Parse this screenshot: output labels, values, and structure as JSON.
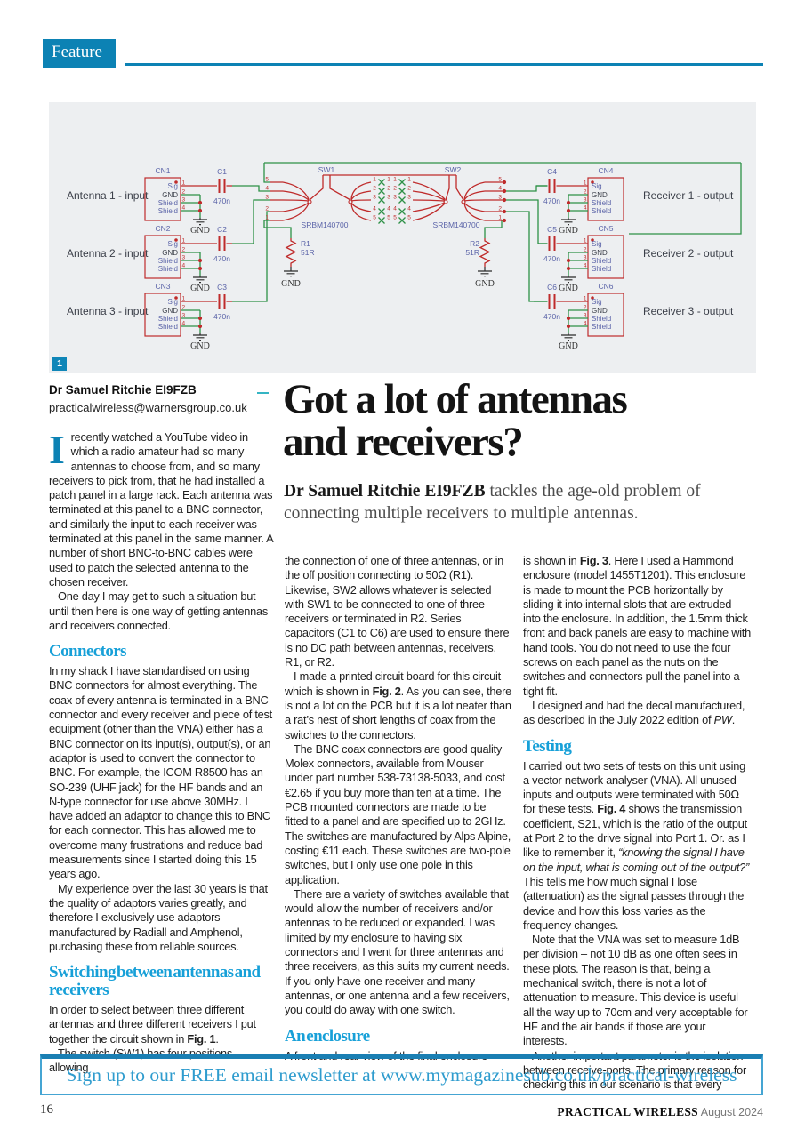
{
  "theme": {
    "feature_blue": "#0c82b4",
    "heading_blue": "#17a0d8",
    "newsletter_blue": "#2f9cce",
    "wire_red": "#bf2b2b",
    "wire_green": "#2e9147",
    "schematic_label_blue": "#5a63a8"
  },
  "masthead": {
    "feature_tab": "Feature"
  },
  "figure1": {
    "badge": "1",
    "inputs": [
      "Antenna 1 - input",
      "Antenna 2 - input",
      "Antenna 3 - input"
    ],
    "outputs": [
      "Receiver 1 - output",
      "Receiver 2 - output",
      "Receiver 3 - output"
    ],
    "connectors_left": [
      "CN1",
      "CN2",
      "CN3"
    ],
    "connectors_right": [
      "CN4",
      "CN5",
      "CN6"
    ],
    "pin_labels": [
      "Sig",
      "GND",
      "Shield",
      "Shield"
    ],
    "pin_numbers": [
      "1",
      "2",
      "3",
      "4"
    ],
    "caps_left": [
      "C1",
      "C2",
      "C3"
    ],
    "caps_right": [
      "C4",
      "C5",
      "C6"
    ],
    "cap_value": "470n",
    "switches": [
      {
        "name": "SW1",
        "part": "SRBM140700"
      },
      {
        "name": "SW2",
        "part": "SRBM140700"
      }
    ],
    "resistors": [
      {
        "name": "R1",
        "value": "51R"
      },
      {
        "name": "R2",
        "value": "51R"
      }
    ],
    "positions": [
      "1",
      "2",
      "3",
      "4",
      "5"
    ],
    "gnd": "GND"
  },
  "article": {
    "author": {
      "name": "Dr Samuel Ritchie EI9FZB",
      "email": "practicalwireless@warnersgroup.co.uk"
    },
    "headline": {
      "line1": "Got a lot of antennas",
      "line2": "and receivers?"
    },
    "standfirst": {
      "bold": "Dr Samuel Ritchie EI9FZB",
      "rest": " tackles the age-old problem of connecting multiple receivers to multiple antennas."
    },
    "left": {
      "p1_dropcap": "I",
      "p1": "recently watched a YouTube video in which a radio amateur had so many antennas to choose from, and so many receivers to pick from, that he had installed a patch panel in a large rack. Each antenna was terminated at this panel to a BNC connector, and similarly the input to each receiver was terminated at this panel in the same manner. A number of short BNC-to-BNC cables were used to patch the selected antenna to the chosen receiver.",
      "p2": "One day I may get to such a situation but until then here is one way of getting antennas and receivers connected.",
      "h1": "Connectors",
      "p3": "In my shack I have standardised on using BNC connectors for almost everything. The coax of every antenna is terminated in a BNC connector and every receiver and piece of test equipment (other than the VNA) either has a BNC connector on its input(s), output(s), or an adaptor is used to convert the connector to BNC. For example, the ICOM R8500 has an SO-239 (UHF jack) for the HF bands and an N-type connector for use above 30MHz. I have added an adaptor to change this to BNC for each connector. This has allowed me to overcome many frustrations and reduce bad measurements since I started doing this 15 years ago.",
      "p4": "My experience over the last 30 years is that the quality of adaptors varies greatly, and therefore I exclusively use adaptors manufactured by Radiall and Amphenol, purchasing these from reliable sources.",
      "h2": "Switching between antennas and receivers",
      "p5": [
        {
          "t": "In order to select between three different antennas and three different receivers I put together the circuit shown in "
        },
        {
          "t": "Fig. 1"
        },
        {
          "t": "."
        }
      ],
      "p6": "The switch (SW1) has four positions allowing"
    },
    "middle": {
      "p1": "the connection of one of three antennas, or in the off position connecting to 50Ω (R1). Likewise, SW2 allows whatever is selected with SW1 to be connected to one of three receivers or terminated in R2. Series capacitors (C1 to C6) are used to ensure there is no DC path between antennas, receivers, R1, or R2.",
      "p2": [
        {
          "t": "I made a printed circuit board for this circuit which is shown in "
        },
        {
          "t": "Fig. 2"
        },
        {
          "t": ". As you can see, there is not a lot on the PCB but it is a lot neater than a rat’s nest of short lengths of coax from the switches to the connectors."
        }
      ],
      "p3": "The BNC coax connectors are good quality Molex connectors, available from Mouser under part number 538-73138-5033, and cost €2.65 if you buy more than ten at a time. The PCB mounted connectors are made to be fitted to a panel and are specified up to 2GHz. The switches are manufactured by Alps Alpine, costing €11 each. These switches are two-pole switches, but I only use one pole in this application.",
      "p4": "There are a variety of switches available that would allow the number of receivers and/or antennas to be reduced or expanded. I was limited by my enclosure to having six connectors and I went for three antennas and three receivers, as this suits my current needs. If you only have one receiver and many antennas, or one antenna and a few receivers, you could do away with one switch.",
      "h1": "An enclosure",
      "p5": "A front and rear view of the final enclosure"
    },
    "right": {
      "p1": [
        {
          "t": "is shown in "
        },
        {
          "t": "Fig. 3"
        },
        {
          "t": ". Here I used a Hammond enclosure (model 1455T1201). This enclosure is made to mount the PCB horizontally by sliding it into internal slots that are extruded into the enclosure. In addition, the 1.5mm thick front and back panels are easy to machine with hand tools. You do not need to use the four screws on each panel as the nuts on the switches and connectors pull the panel into a tight fit."
        }
      ],
      "p2": [
        {
          "t": "I designed and had the decal manufactured, as described in the July 2022 edition of "
        },
        {
          "t": "PW"
        },
        {
          "t": "."
        }
      ],
      "h1": "Testing",
      "p3": [
        {
          "t": "I carried out two sets of tests on this unit using a vector network analyser (VNA). All unused inputs and outputs were terminated with 50Ω for these tests. "
        },
        {
          "t": "Fig. 4"
        },
        {
          "t": " shows the transmission coefficient, S21, which is the ratio of the output at Port 2 to the drive signal into Port 1. Or. as I like to remember it, "
        },
        {
          "t": "“knowing the signal I have on the input, what is coming out of the output?”"
        },
        {
          "t": " This tells me how much signal I lose (attenuation) as the signal passes through the device and how this loss varies as the frequency changes."
        }
      ],
      "p4": "Note that the VNA was set to measure 1dB per division – not 10 dB as one often sees in these plots. The reason is that, being a mechanical switch, there is not a lot of attenuation to measure. This device is useful all the way up to 70cm and very acceptable for HF and the air bands if those are your interests.",
      "p5": "Another important parameter is the isolation between receive-ports. The primary reason for checking this in our scenario is that every"
    }
  },
  "footer": {
    "newsletter": "Sign up to our FREE email newsletter at www.mymagazinesub.co.uk/practical-wireless",
    "page_number": "16",
    "brand": "PRACTICAL WIRELESS",
    "issue": "August 2024"
  }
}
